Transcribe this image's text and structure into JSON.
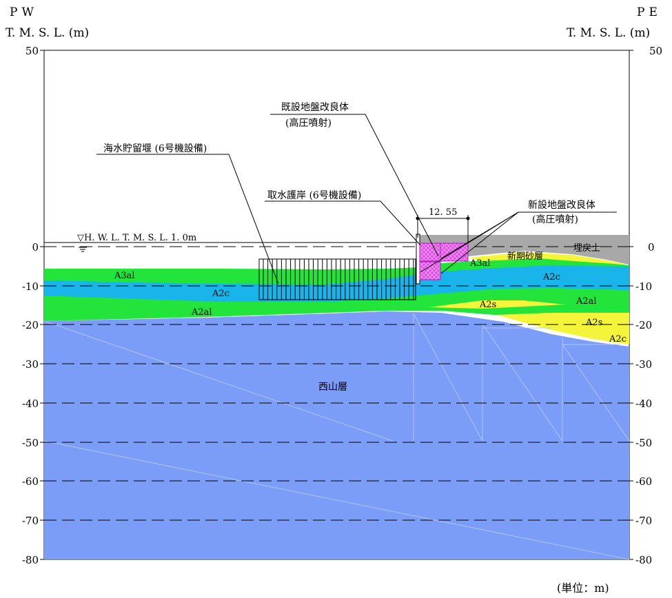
{
  "header": {
    "left_direction": "PW",
    "right_direction": "PE",
    "left_axis_label": "T. M. S. L.  (m)",
    "right_axis_label": "T. M. S. L.  (m)"
  },
  "axis": {
    "ticks_left": [
      "50",
      "0",
      "-10",
      "-20",
      "-30",
      "-40",
      "-50",
      "-60",
      "-70",
      "-80"
    ],
    "ticks_right": [
      "50",
      "0",
      "-10",
      "-20",
      "-30",
      "-40",
      "-50",
      "-60",
      "-70",
      "-80"
    ]
  },
  "water_level": {
    "label": "▽H. W. L.   T. M. S. L. 1. 0m"
  },
  "layers": {
    "a3al_left": "A3al",
    "a2c_left": "A2c",
    "a2al_left": "A2al",
    "nishiyama": "西山層",
    "a3al_right": "A3al",
    "shinki_sand": "新期砂層",
    "a2c_right": "A2c",
    "a2s_mid": "A2s",
    "a2al_right": "A2al",
    "a2s_right": "A2s",
    "a2c_far_right": "A2c",
    "fill_soil": "埋戻土"
  },
  "annotations": {
    "existing_improvement": "既設地盤改良体",
    "existing_improvement_method": "(高圧噴射)",
    "seawall": "海水貯留堰 (6号機設備)",
    "intake_revetment": "取水護岸 (6号機設備)",
    "new_improvement": "新設地盤改良体",
    "new_improvement_method": "(高圧噴射)",
    "dimension": "12. 55"
  },
  "footer": {
    "unit_note": "(単位：m)"
  },
  "colors": {
    "nishiyama": "#7b9df7",
    "green_layer": "#22e43a",
    "blue_layer": "#18b4ea",
    "sand_yellow": "#f4f43a",
    "fill_gray": "#a8a8a8",
    "improvement_magenta": "#e048e8"
  }
}
